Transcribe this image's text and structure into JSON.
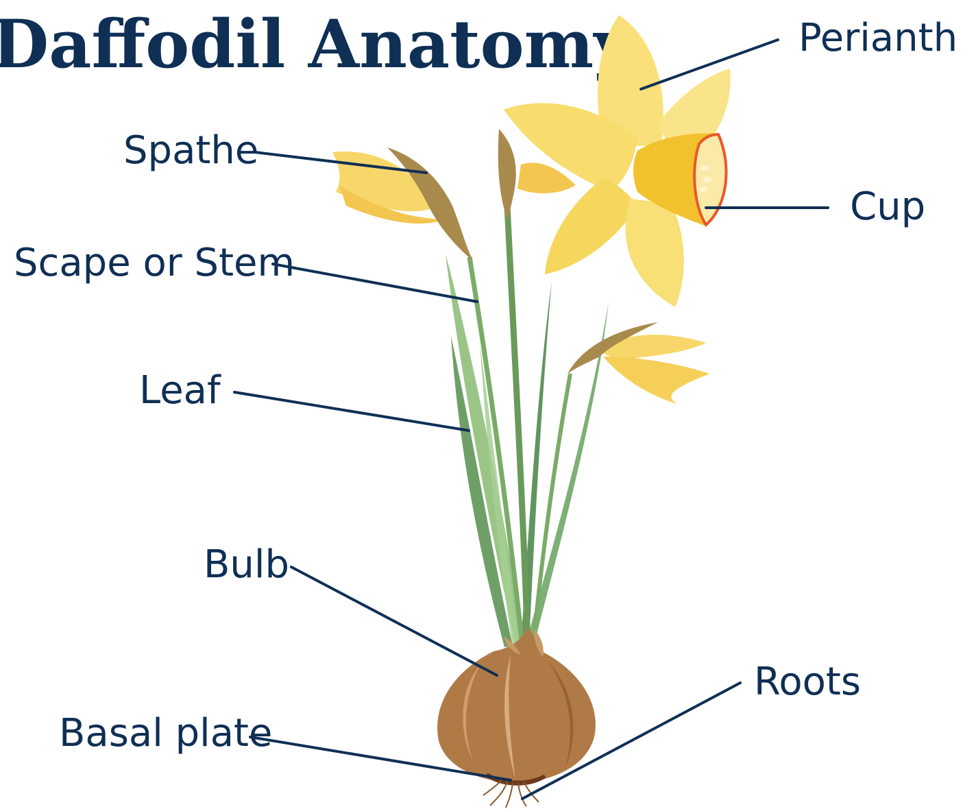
{
  "title": "Daffodil Anatomy",
  "colors": {
    "title": "#0f2f55",
    "label": "#0f2f55",
    "leader_line": "#0f2f55",
    "petal": "#f7d94c",
    "cup": "#f2c12e",
    "cup_rim": "#e8592a",
    "leaf": "#6a9a5a",
    "spathe": "#a98a4d",
    "bulb": "#b07a47",
    "basal_plate": "#6e3a1e"
  },
  "labels": {
    "perianth": "Perianth",
    "spathe": "Spathe",
    "cup": "Cup",
    "scape": "Scape or Stem",
    "leaf": "Leaf",
    "bulb": "Bulb",
    "roots": "Roots",
    "basal_plate": "Basal plate"
  }
}
